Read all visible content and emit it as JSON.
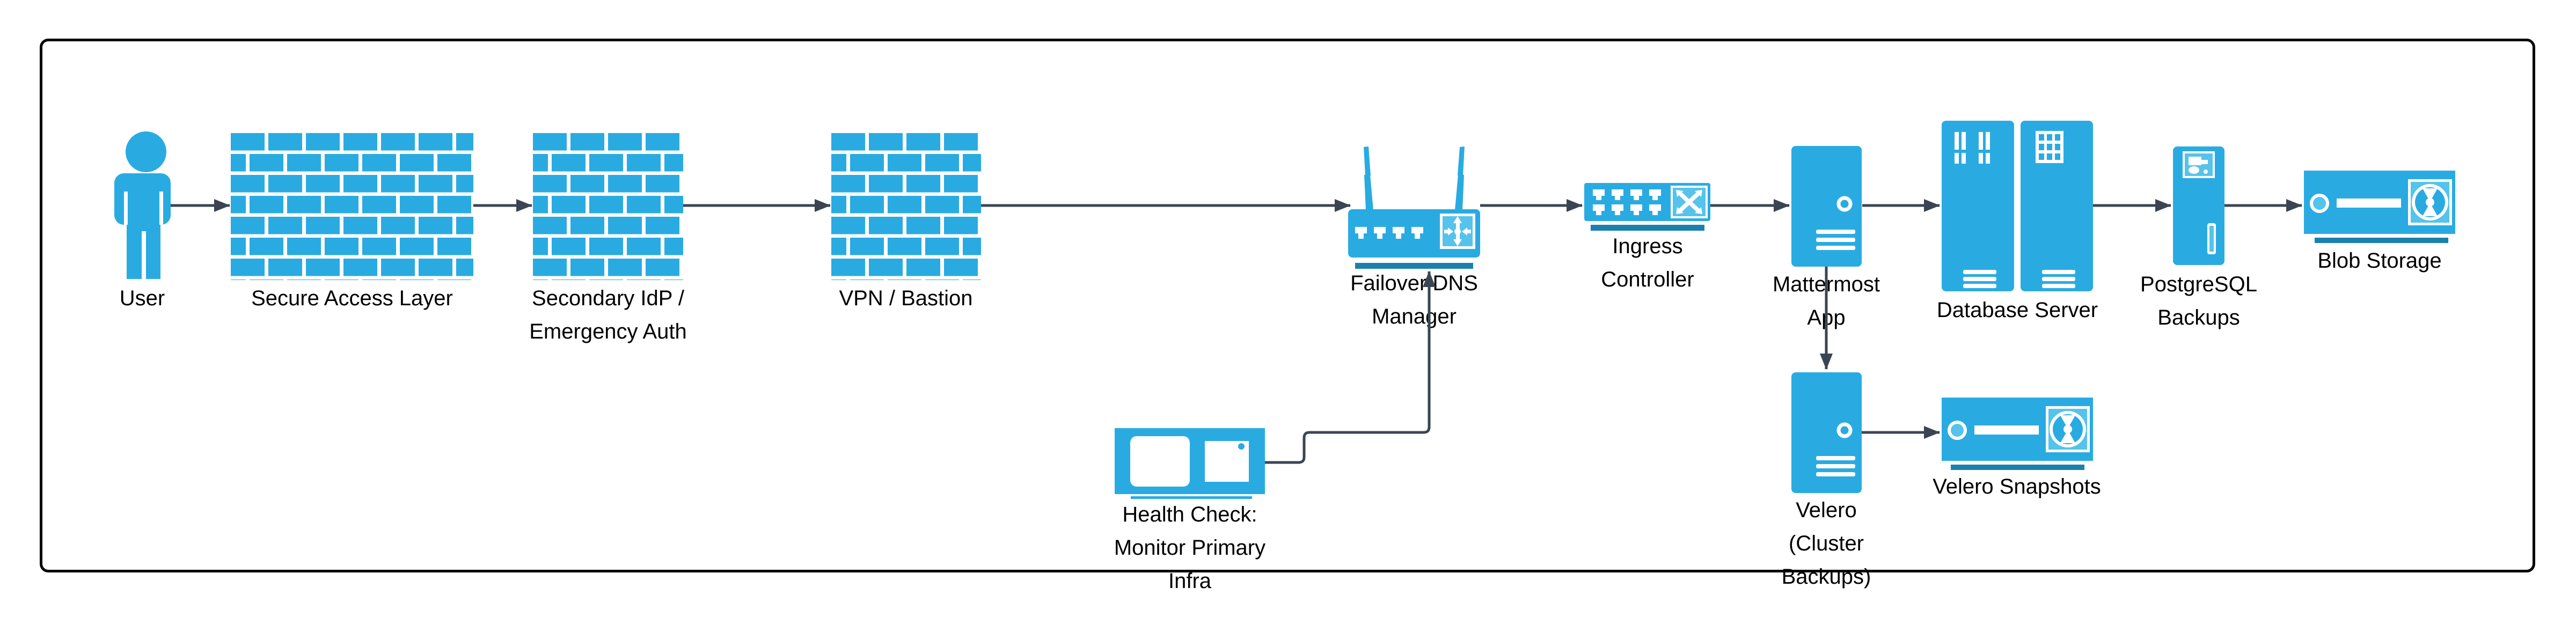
{
  "colors": {
    "primary_blue": "#29ABE2",
    "light_blue": "#55C3EB",
    "accent_bar": "#1A81AE",
    "arrow": "#3B4552",
    "border": "#000000",
    "background": "#FFFFFF"
  },
  "nodes": {
    "user": {
      "icon": "person-icon",
      "label_lines": [
        "User"
      ]
    },
    "secure_access_layer": {
      "icon": "firewall-icon",
      "label_lines": [
        "Secure Access Layer"
      ]
    },
    "secondary_idp": {
      "icon": "firewall-icon",
      "label_lines": [
        "Secondary IdP /",
        "Emergency Auth"
      ]
    },
    "vpn_bastion": {
      "icon": "firewall-icon",
      "label_lines": [
        "VPN / Bastion"
      ]
    },
    "failover_dns": {
      "icon": "wireless-router-icon",
      "label_lines": [
        "Failover DNS",
        "Manager"
      ]
    },
    "ingress_controller": {
      "icon": "switch-icon",
      "label_lines": [
        "Ingress",
        "Controller"
      ]
    },
    "mattermost_app": {
      "icon": "server-tower-icon",
      "label_lines": [
        "Mattermost",
        "App"
      ]
    },
    "database_server": {
      "icon": "server-rack-icon",
      "label_lines": [
        "Database Server"
      ]
    },
    "postgresql_backups": {
      "icon": "backup-server-icon",
      "label_lines": [
        "PostgreSQL",
        "Backups"
      ]
    },
    "blob_storage": {
      "icon": "storage-disk-icon",
      "label_lines": [
        "Blob Storage"
      ]
    },
    "health_check": {
      "icon": "monitor-pc-icon",
      "label_lines": [
        "Health Check:",
        "Monitor Primary",
        "Infra"
      ]
    },
    "velero": {
      "icon": "server-tower-icon",
      "label_lines": [
        "Velero",
        "(Cluster",
        "Backups)"
      ]
    },
    "velero_snapshots": {
      "icon": "storage-disk-icon",
      "label_lines": [
        "Velero Snapshots"
      ]
    }
  },
  "edges": [
    {
      "from": "user",
      "to": "secure_access_layer"
    },
    {
      "from": "secure_access_layer",
      "to": "secondary_idp"
    },
    {
      "from": "secondary_idp",
      "to": "vpn_bastion"
    },
    {
      "from": "vpn_bastion",
      "to": "failover_dns"
    },
    {
      "from": "failover_dns",
      "to": "ingress_controller"
    },
    {
      "from": "ingress_controller",
      "to": "mattermost_app"
    },
    {
      "from": "mattermost_app",
      "to": "database_server"
    },
    {
      "from": "database_server",
      "to": "postgresql_backups"
    },
    {
      "from": "postgresql_backups",
      "to": "blob_storage"
    },
    {
      "from": "mattermost_app",
      "to": "velero"
    },
    {
      "from": "velero",
      "to": "velero_snapshots"
    },
    {
      "from": "health_check",
      "to": "failover_dns"
    }
  ]
}
